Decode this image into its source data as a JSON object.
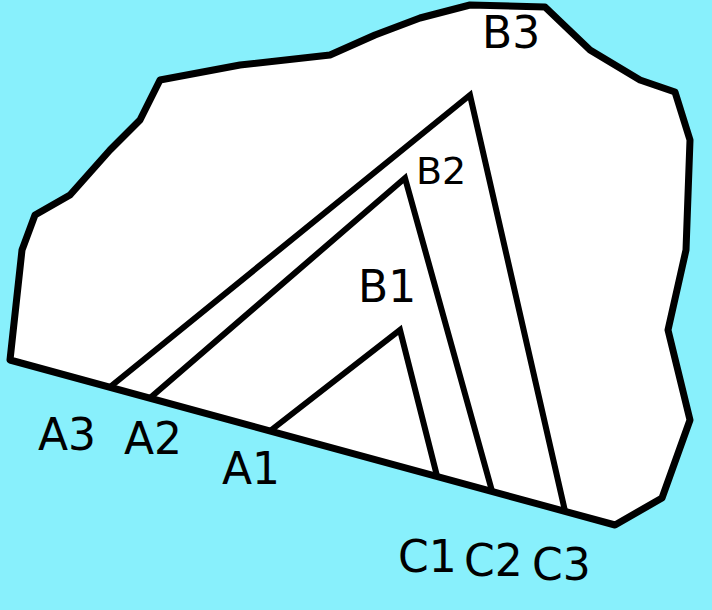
{
  "diagram": {
    "labels": [
      "B3",
      "B2",
      "B1",
      "A3",
      "A2",
      "A1",
      "C1",
      "C2",
      "C3"
    ]
  }
}
